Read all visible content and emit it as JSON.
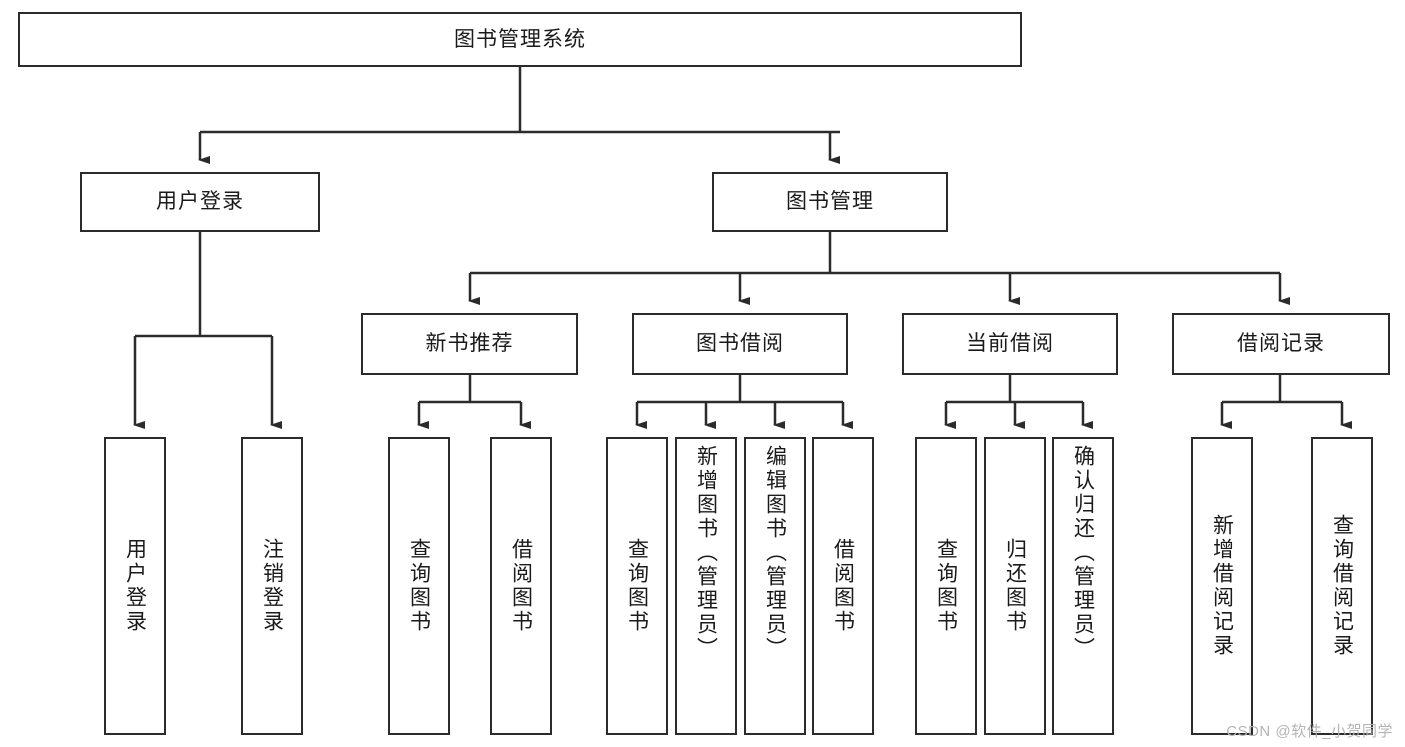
{
  "diagram": {
    "type": "tree-hierarchy",
    "title": "图书管理系统",
    "watermark": "CSDN @软件_小贺同学",
    "colors": {
      "border": "#2b2b2b",
      "background": "#ffffff",
      "text": "#1a1a1a",
      "watermark": "#b4b4b4"
    },
    "nodes": {
      "root": {
        "label": "图书管理系统",
        "level": 1
      },
      "level2": [
        {
          "id": "user-login",
          "label": "用户登录"
        },
        {
          "id": "book-management",
          "label": "图书管理"
        }
      ],
      "level3": [
        {
          "id": "new-book-recommend",
          "label": "新书推荐",
          "parent": "book-management"
        },
        {
          "id": "book-borrow",
          "label": "图书借阅",
          "parent": "book-management"
        },
        {
          "id": "current-borrow",
          "label": "当前借阅",
          "parent": "book-management"
        },
        {
          "id": "borrow-record",
          "label": "借阅记录",
          "parent": "book-management"
        }
      ],
      "leaves": {
        "user-login": [
          {
            "id": "leaf-user-login",
            "label": "用户登录"
          },
          {
            "id": "leaf-logout",
            "label": "注销登录"
          }
        ],
        "new-book-recommend": [
          {
            "id": "leaf-query-book-1",
            "label": "查询图书"
          },
          {
            "id": "leaf-borrow-book-1",
            "label": "借阅图书"
          }
        ],
        "book-borrow": [
          {
            "id": "leaf-query-book-2",
            "label": "查询图书"
          },
          {
            "id": "leaf-add-book",
            "label": "新增图书（管理员）"
          },
          {
            "id": "leaf-edit-book",
            "label": "编辑图书（管理员）"
          },
          {
            "id": "leaf-borrow-book-2",
            "label": "借阅图书"
          }
        ],
        "current-borrow": [
          {
            "id": "leaf-query-book-3",
            "label": "查询图书"
          },
          {
            "id": "leaf-return-book",
            "label": "归还图书"
          },
          {
            "id": "leaf-confirm-return",
            "label": "确认归还（管理员）"
          }
        ],
        "borrow-record": [
          {
            "id": "leaf-add-record",
            "label": "新增借阅记录"
          },
          {
            "id": "leaf-query-record",
            "label": "查询借阅记录"
          }
        ]
      }
    }
  }
}
